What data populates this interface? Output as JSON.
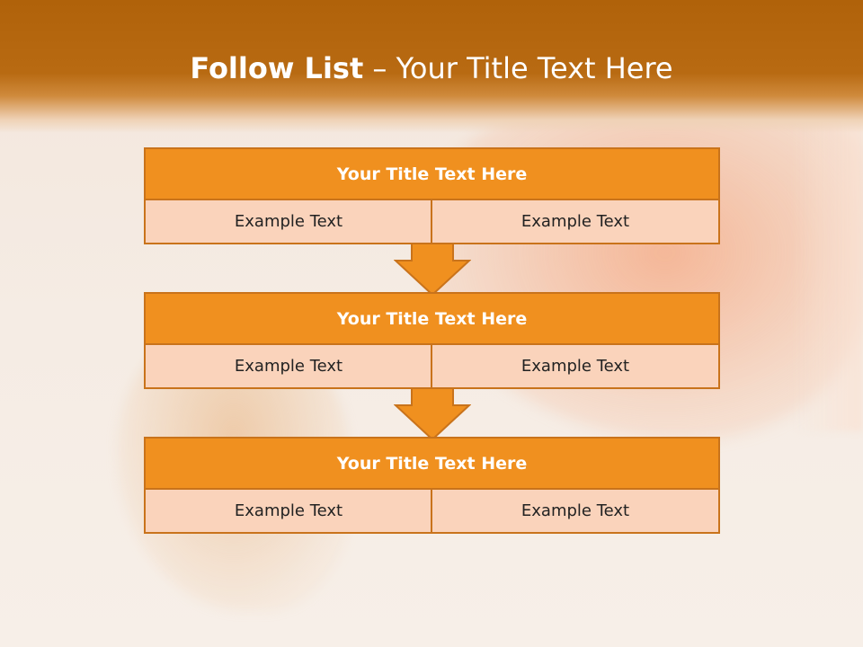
{
  "slide": {
    "title_bold": "Follow List",
    "title_rest": "– Your Title Text Here"
  },
  "colors": {
    "header": "#b86a12",
    "block_title_fill": "#f0901f",
    "block_border": "#c9731b",
    "cell_fill": "#fad3bb",
    "arrow_fill": "#f0901f"
  },
  "blocks": [
    {
      "title": "Your Title Text Here",
      "left": "Example Text",
      "right": "Example Text"
    },
    {
      "title": "Your Title Text Here",
      "left": "Example Text",
      "right": "Example Text"
    },
    {
      "title": "Your Title Text Here",
      "left": "Example Text",
      "right": "Example Text"
    }
  ]
}
